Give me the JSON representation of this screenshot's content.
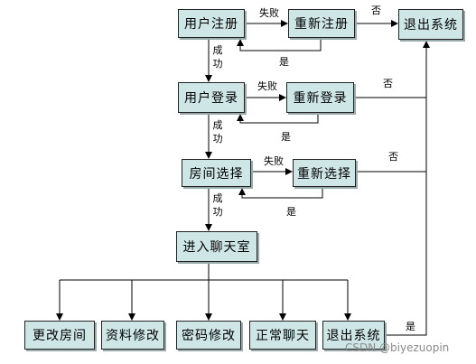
{
  "nodes": {
    "register": "用户注册",
    "reregister": "重新注册",
    "exit_top": "退出系统",
    "login": "用户登录",
    "relogin": "重新登录",
    "select_room": "房间选择",
    "reselect": "重新选择",
    "enter_chat": "进入聊天室",
    "change_room": "更改房间",
    "edit_profile": "资料修改",
    "change_password": "密码修改",
    "normal_chat": "正常聊天",
    "exit_bottom": "退出系统"
  },
  "edge_labels": {
    "fail": "失败",
    "no": "否",
    "yes": "是",
    "success_1": "成",
    "success_2": "功"
  },
  "watermark": "CSDN @biyezuopin"
}
